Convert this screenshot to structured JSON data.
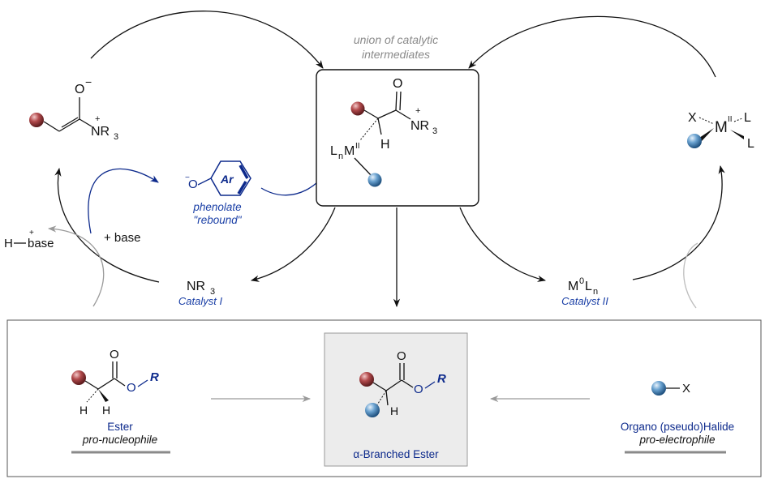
{
  "center_label": [
    "union of catalytic",
    "intermediates"
  ],
  "enolate": {
    "oxygen": "O",
    "charge": "−",
    "plus": "+",
    "amine": "NR",
    "sub": "3"
  },
  "phenolate": {
    "charge": "−",
    "oxygen": "O",
    "ring_label": "Ar",
    "caption": [
      "phenolate",
      "\"rebound\""
    ]
  },
  "intermediate": {
    "oxygen": "O",
    "plus": "+",
    "amine": "NR",
    "sub3": "3",
    "hydrogen": "H",
    "metal": "L",
    "metal_sub": "n",
    "metal_M": "M",
    "metal_ox": "II"
  },
  "metal_complex": {
    "x": "X",
    "m": "M",
    "ox": "II",
    "l1": "L",
    "l2": "L"
  },
  "base": {
    "h": "H",
    "plus": "+",
    "name": "base",
    "add": "+ base"
  },
  "catalyst1": {
    "formula": "NR",
    "sub": "3",
    "label": "Catalyst I"
  },
  "catalyst2": {
    "m": "M",
    "sup": "0",
    "l": "L",
    "sub": "n",
    "label": "Catalyst II"
  },
  "ester": {
    "oxygen_top": "O",
    "oxygen": "O",
    "r": "R",
    "h1": "H",
    "h2": "H",
    "name": "Ester",
    "role": "pro-nucleophile"
  },
  "product": {
    "oxygen_top": "O",
    "oxygen": "O",
    "r": "R",
    "h": "H",
    "name": "α-Branched Ester"
  },
  "halide": {
    "x": "X",
    "name": "Organo (pseudo)Halide",
    "role": "pro-electrophile"
  },
  "colors": {
    "red_sphere": "#a03a3c",
    "blue_sphere": "#5f97c8",
    "navy": "#0d2a8c",
    "grey_arrow": "#9a9a9a"
  }
}
